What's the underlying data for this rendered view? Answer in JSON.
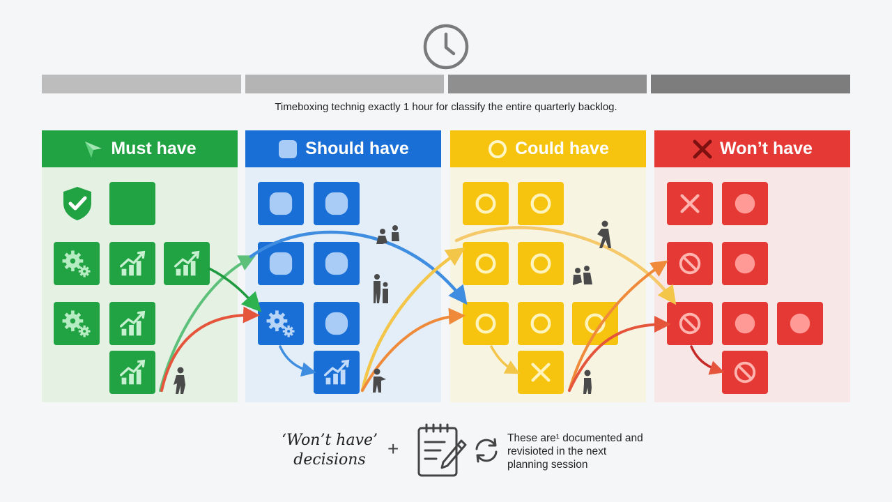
{
  "subtitle": "Timeboxing technig exactly 1 hour for classify the entire quarterly backlog.",
  "colors": {
    "must": "#21a243",
    "should": "#1a6fd6",
    "could": "#f6c40f",
    "wont": "#e53935",
    "timeline": [
      "#bdbdbd",
      "#b4b4b4",
      "#8f8f8f",
      "#7d7d7d"
    ]
  },
  "columns": [
    {
      "id": "must",
      "title": "Must have",
      "icon": "send-arrow-icon"
    },
    {
      "id": "should",
      "title": "Should have",
      "icon": "rounded-square-icon"
    },
    {
      "id": "could",
      "title": "Could have",
      "icon": "circle-ring-icon"
    },
    {
      "id": "wont",
      "title": "Won’t have",
      "icon": "x-mark-icon"
    }
  ],
  "bottom": {
    "left_text": "‘Won’t have’ decisions",
    "plus": "+",
    "right_text": "These are¹ documented and revisioted in the next planning session"
  }
}
